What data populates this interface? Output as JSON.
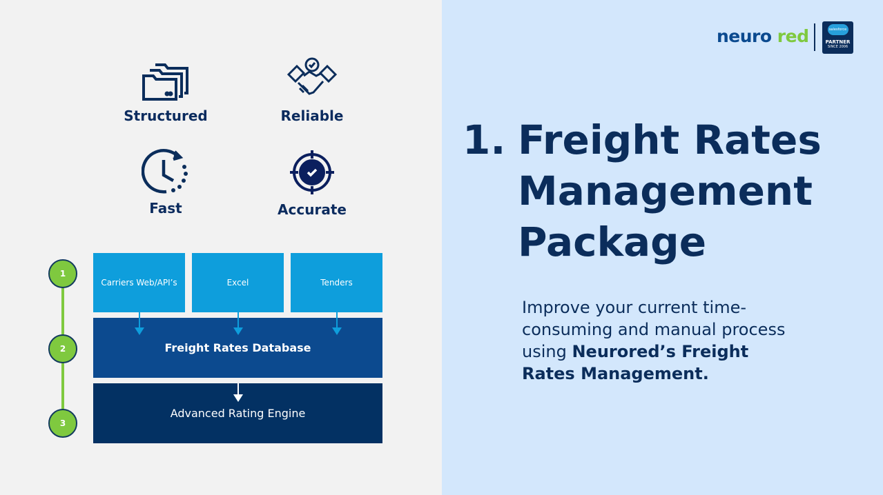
{
  "features": [
    {
      "label": "Structured",
      "icon": "folders-icon"
    },
    {
      "label": "Reliable",
      "icon": "handshake-icon"
    },
    {
      "label": "Fast",
      "icon": "clock-icon"
    },
    {
      "label": "Accurate",
      "icon": "target-check-icon"
    }
  ],
  "diagram": {
    "steps": [
      "1",
      "2",
      "3"
    ],
    "sources": [
      "Carriers Web/API’s",
      "Excel",
      "Tenders"
    ],
    "database": "Freight Rates Database",
    "engine": "Advanced Rating Engine"
  },
  "title": {
    "number": "1.",
    "text": "Freight Rates Management Package"
  },
  "description": {
    "plain": "Improve your current time-consuming and manual process using ",
    "bold": "Neurored’s Freight Rates Management",
    "end": "."
  },
  "logo": {
    "part1": "neuro",
    "part2": "red",
    "badge_top": "salesforce",
    "badge_main": "PARTNER",
    "badge_sub": "SINCE 2006"
  },
  "colors": {
    "navy": "#0b2d5b",
    "light_blue": "#0e9edc",
    "mid_blue": "#0c4a8f",
    "dark_blue": "#033163",
    "green": "#7fc93f"
  }
}
